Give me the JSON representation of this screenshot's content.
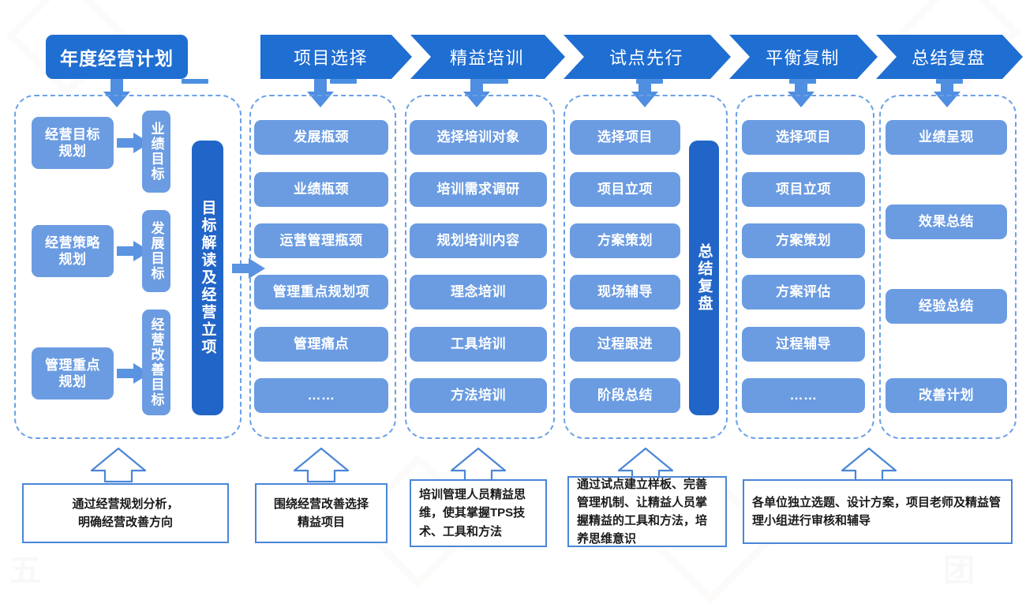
{
  "colors": {
    "header_blue": "#1f6ed2",
    "chip_blue": "#6b9ce2",
    "dark_bar_blue": "#2265c8",
    "panel_dash": "#6ba0e8",
    "caption_border": "#4a86d8",
    "arrow_blue": "#5a93e1"
  },
  "header": {
    "plan_pill": "年度经营计划",
    "stages": [
      {
        "label": "项目选择"
      },
      {
        "label": "精益培训"
      },
      {
        "label": "试点先行"
      },
      {
        "label": "平衡复制"
      },
      {
        "label": "总结复盘"
      }
    ]
  },
  "columns": [
    {
      "key": "annual-plan",
      "pairs": [
        {
          "left": "经营目标规划",
          "right": "业绩目标"
        },
        {
          "left": "经营策略规划",
          "right": "发展目标"
        },
        {
          "left": "管理重点规划",
          "right": "经营改善目标"
        }
      ],
      "side_bar": "目标解读及经营立项"
    },
    {
      "key": "project-selection",
      "items": [
        "发展瓶颈",
        "业绩瓶颈",
        "运营管理瓶颈",
        "管理重点规划项",
        "管理痛点",
        "……"
      ]
    },
    {
      "key": "lean-training",
      "items": [
        "选择培训对象",
        "培训需求调研",
        "规划培训内容",
        "理念培训",
        "工具培训",
        "方法培训"
      ]
    },
    {
      "key": "pilot-first",
      "items": [
        "选择项目",
        "项目立项",
        "方案策划",
        "现场辅导",
        "过程跟进",
        "阶段总结"
      ],
      "side_bar": "总结复盘"
    },
    {
      "key": "balanced-replication",
      "items": [
        "选择项目",
        "项目立项",
        "方案策划",
        "方案评估",
        "过程辅导",
        "……"
      ]
    },
    {
      "key": "summary-review",
      "items": [
        "业绩呈现",
        "效果总结",
        "经验总结",
        "改善计划"
      ]
    }
  ],
  "captions": [
    {
      "key": "caption-annual-plan",
      "text": "通过经营规划分析，明确经营改善方向"
    },
    {
      "key": "caption-project-selection",
      "text": "围绕经营改善选择精益项目"
    },
    {
      "key": "caption-lean-training",
      "text": "培训管理人员精益思维，使其掌握TPS技术、工具和方法"
    },
    {
      "key": "caption-pilot-first",
      "text": "通过试点建立样板、完善管理机制、让精益人员掌握精益的工具和方法，培养思维意识"
    },
    {
      "key": "caption-replication-summary",
      "text": "各单位独立选题、设计方案，项目老师及精益管理小组进行审核和辅导"
    }
  ]
}
